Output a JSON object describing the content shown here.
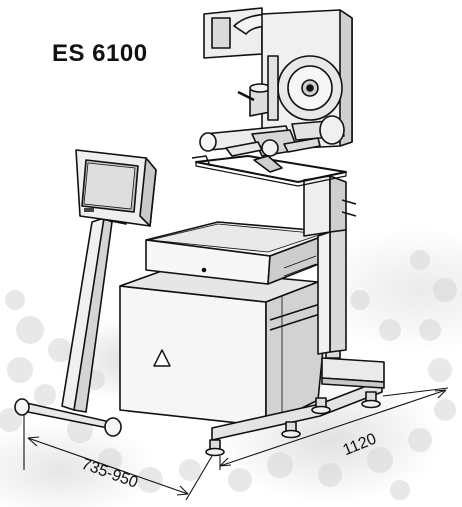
{
  "title": "ES 6100",
  "dimensions": {
    "length": "1120",
    "width": "735-950"
  },
  "colors": {
    "line": "#111111",
    "metal": "#f2f2f2",
    "shade": "#cfcfcf",
    "screen": "#bdbdbd",
    "bubble": "#d9d9d9"
  }
}
